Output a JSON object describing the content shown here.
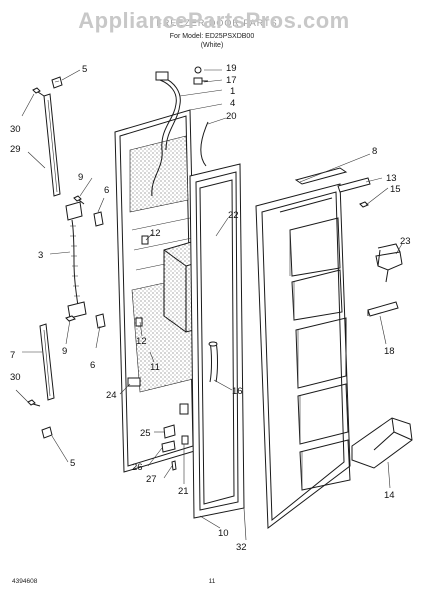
{
  "header": {
    "watermark": "AppliancePartsPros.com",
    "title": "FREEZER DOOR PARTS",
    "subtitle_1": "For Model: ED25PSXDB00",
    "subtitle_2": "(White)"
  },
  "footer": {
    "doc_code": "4394608",
    "page_number": "11"
  },
  "labels": [
    {
      "id": "5a",
      "text": "5"
    },
    {
      "id": "30a",
      "text": "30"
    },
    {
      "id": "29",
      "text": "29"
    },
    {
      "id": "9a",
      "text": "9"
    },
    {
      "id": "6a",
      "text": "6"
    },
    {
      "id": "3",
      "text": "3"
    },
    {
      "id": "9b",
      "text": "9"
    },
    {
      "id": "7",
      "text": "7"
    },
    {
      "id": "6b",
      "text": "6"
    },
    {
      "id": "30b",
      "text": "30"
    },
    {
      "id": "5b",
      "text": "5"
    },
    {
      "id": "19",
      "text": "19"
    },
    {
      "id": "17",
      "text": "17"
    },
    {
      "id": "1",
      "text": "1"
    },
    {
      "id": "4",
      "text": "4"
    },
    {
      "id": "20",
      "text": "20"
    },
    {
      "id": "8",
      "text": "8"
    },
    {
      "id": "13",
      "text": "13"
    },
    {
      "id": "15",
      "text": "15"
    },
    {
      "id": "22",
      "text": "22"
    },
    {
      "id": "23",
      "text": "23"
    },
    {
      "id": "12a",
      "text": "12"
    },
    {
      "id": "12b",
      "text": "12"
    },
    {
      "id": "11",
      "text": "11"
    },
    {
      "id": "18",
      "text": "18"
    },
    {
      "id": "24",
      "text": "24"
    },
    {
      "id": "16",
      "text": "16"
    },
    {
      "id": "25",
      "text": "25"
    },
    {
      "id": "26",
      "text": "26"
    },
    {
      "id": "27",
      "text": "27"
    },
    {
      "id": "21",
      "text": "21"
    },
    {
      "id": "10",
      "text": "10"
    },
    {
      "id": "32",
      "text": "32"
    },
    {
      "id": "14",
      "text": "14"
    }
  ]
}
